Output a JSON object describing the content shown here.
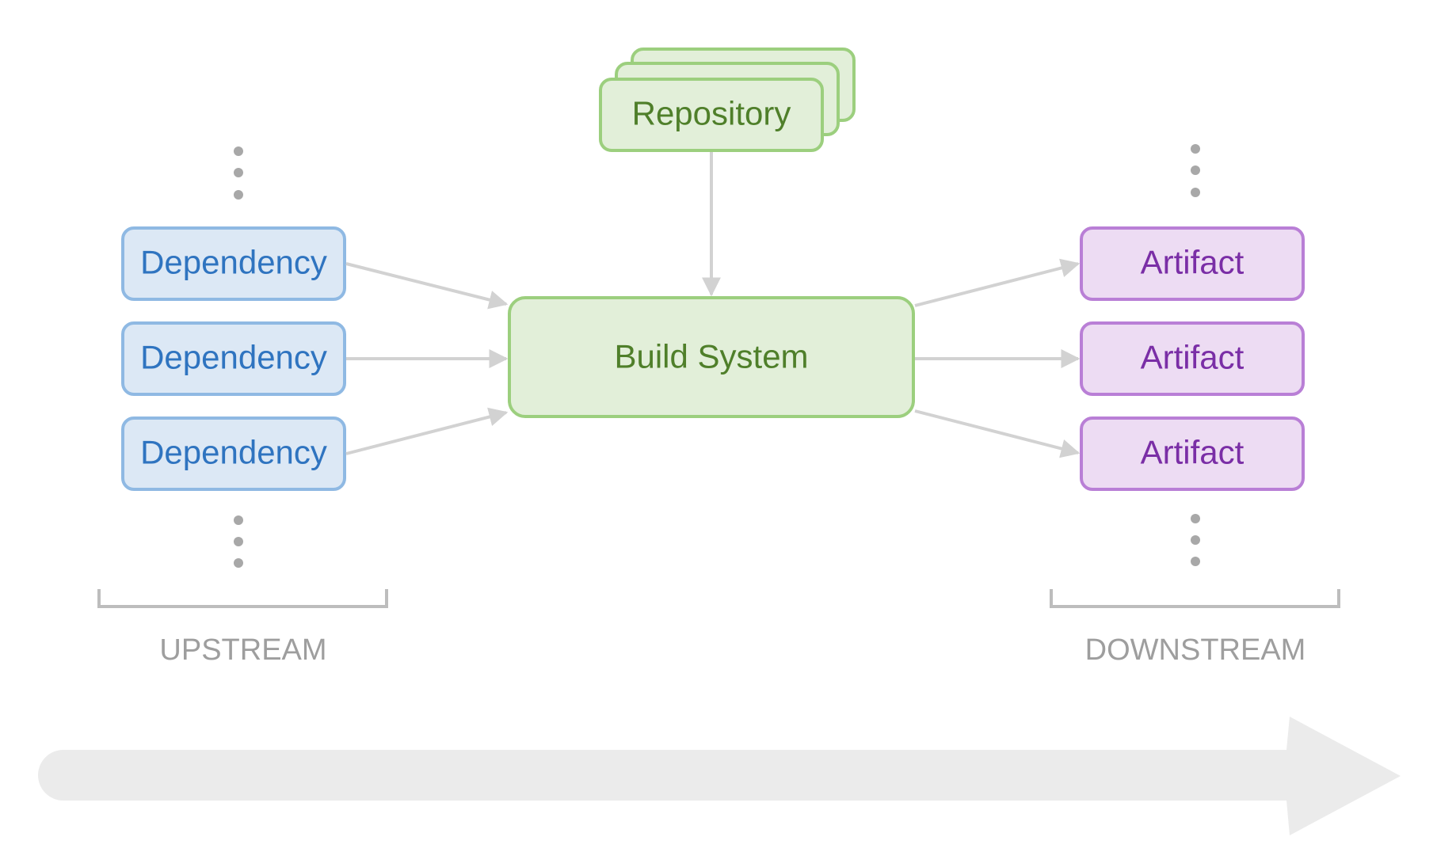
{
  "nodes": {
    "repository": "Repository",
    "build_system": "Build System",
    "dependencies": [
      "Dependency",
      "Dependency",
      "Dependency"
    ],
    "artifacts": [
      "Artifact",
      "Artifact",
      "Artifact"
    ]
  },
  "labels": {
    "upstream": "UPSTREAM",
    "downstream": "DOWNSTREAM"
  },
  "colors": {
    "dependency_fill": "#dce8f5",
    "dependency_border": "#8fb9e3",
    "dependency_text": "#2f74c0",
    "artifact_fill": "#eddcf3",
    "artifact_border": "#b97fd6",
    "artifact_text": "#7a2ea6",
    "build_fill": "#e2efd9",
    "build_border": "#9ccf7e",
    "build_text": "#4f7f2a",
    "connector": "#d2d2d2",
    "caption": "#9e9e9e",
    "flow_arrow": "#ebebeb"
  }
}
